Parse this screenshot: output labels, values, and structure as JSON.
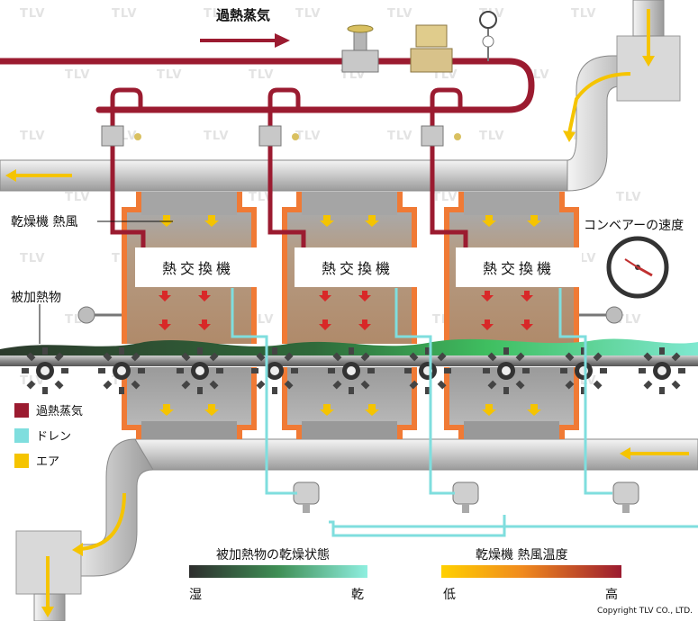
{
  "title": "過熱蒸気",
  "labels": {
    "hot_air": "乾燥機 熱風",
    "conveyor_speed": "コンベアーの速度",
    "material": "被加熱物"
  },
  "heat_exchangers": [
    "熱交換機",
    "熱交換機",
    "熱交換機"
  ],
  "legend": [
    {
      "label": "過熱蒸気",
      "color": "#9b1b30"
    },
    {
      "label": "ドレン",
      "color": "#7fdede"
    },
    {
      "label": "エア",
      "color": "#f5c400"
    }
  ],
  "scales": {
    "dryness": {
      "title": "被加熱物の乾燥状態",
      "low": "湿",
      "high": "乾"
    },
    "temperature": {
      "title": "乾燥機 熱風温度",
      "low": "低",
      "high": "高"
    }
  },
  "watermark": "TLV",
  "copyright": "Copyright TLV CO., LTD.",
  "colors": {
    "steam": "#9b1b30",
    "drain": "#7fdede",
    "air": "#f5c400",
    "housing": "#f07a35",
    "pipe": "#d8d8d8"
  }
}
